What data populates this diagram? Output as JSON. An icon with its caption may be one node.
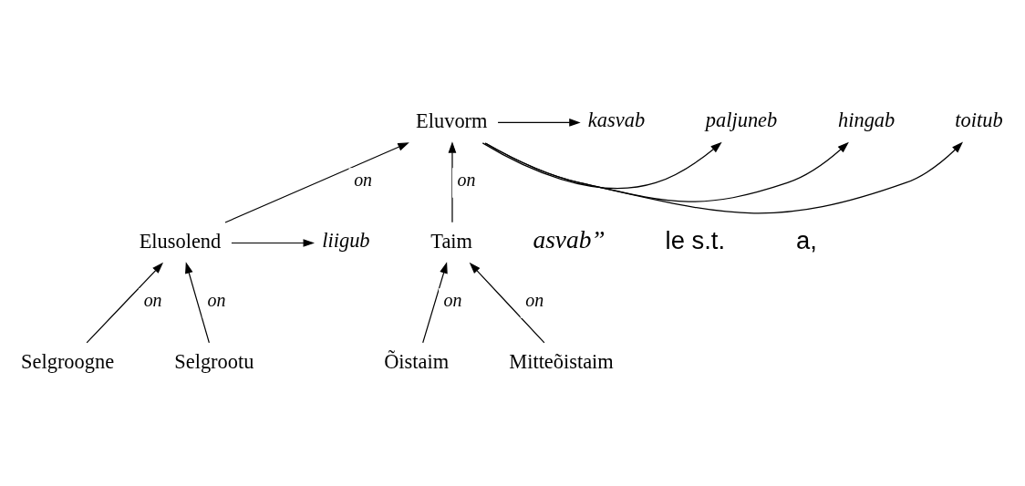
{
  "diagram": {
    "nodes": [
      {
        "text": [
          "Eluvorm"
        ]
      },
      {
        "text": [
          "toitub"
        ]
      },
      {
        "text": [
          "hingab"
        ]
      },
      {
        "text": [
          "paljuneb"
        ]
      },
      {
        "text": [
          "kasvab"
        ]
      },
      {
        "text": [
          "Elusolend"
        ]
      },
      {
        "text": [
          "Taim"
        ]
      },
      {
        "text": [
          "liigub"
        ]
      },
      {
        "text": [
          "Selgroogne"
        ]
      },
      {
        "text": [
          "Selgrootu"
        ]
      },
      {
        "text": [
          "Õistaim"
        ]
      },
      {
        "text": [
          "Mitteõistaim"
        ]
      }
    ],
    "edges": [
      {
        "from": 0,
        "to": 1,
        "arrow": "to"
      },
      {
        "from": 0,
        "to": 2,
        "arrow": "to"
      },
      {
        "from": 0,
        "to": 3,
        "arrow": "to"
      },
      {
        "from": 0,
        "to": 4,
        "arrow": "to"
      },
      {
        "from": 5,
        "to": 0,
        "arrow": "to",
        "label": "on"
      },
      {
        "from": 6,
        "to": 0,
        "arrow": "to",
        "label": "on"
      },
      {
        "from": 5,
        "to": 7,
        "arrow": "to"
      },
      {
        "from": 8,
        "to": 5,
        "arrow": "to",
        "label": "on"
      },
      {
        "from": 9,
        "to": 5,
        "arrow": "to",
        "label": "on"
      },
      {
        "from": 10,
        "to": 6,
        "arrow": "to",
        "label": "on"
      },
      {
        "from": 11,
        "to": 6,
        "arrow": "to",
        "label": "on"
      }
    ],
    "labels": [
      "asvab”",
      "le s.t.",
      "a,"
    ]
  }
}
